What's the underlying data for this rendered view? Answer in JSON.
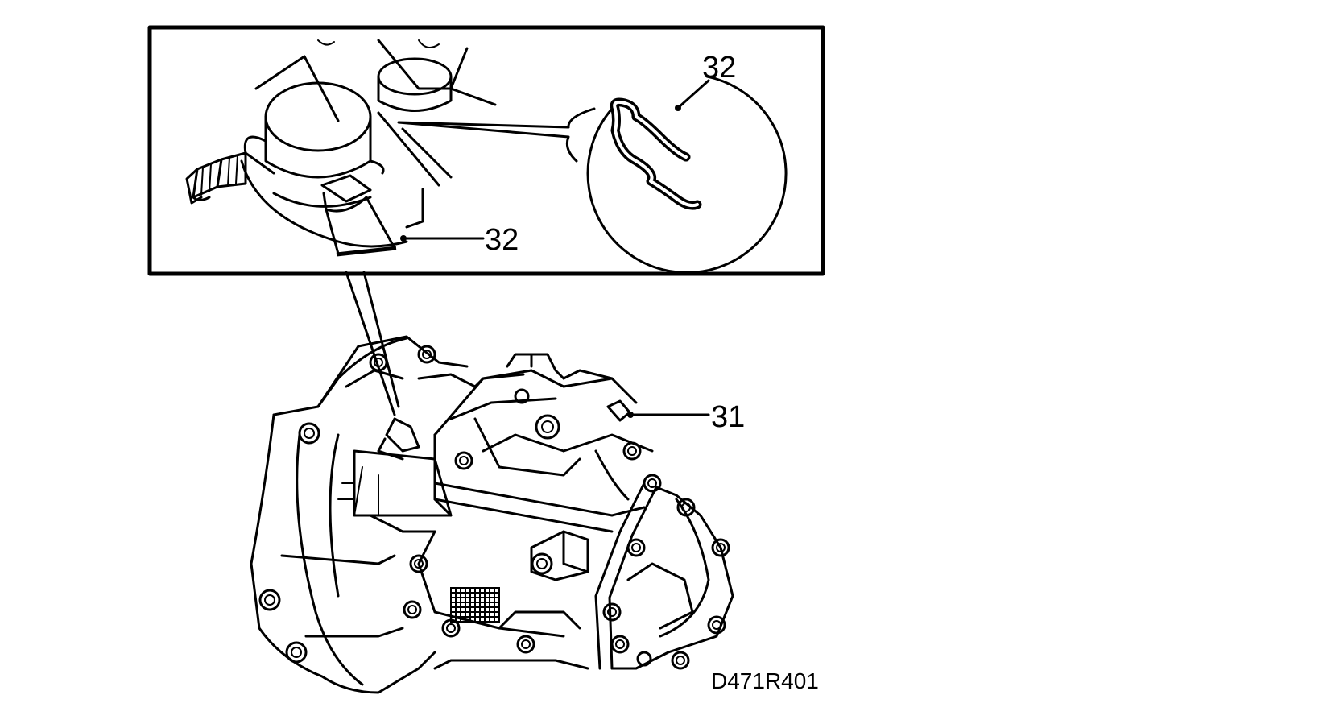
{
  "callouts": {
    "inset_clip_label": "32",
    "inset_pointer_label": "32",
    "main_label": "31"
  },
  "figure_code": "D471R401"
}
